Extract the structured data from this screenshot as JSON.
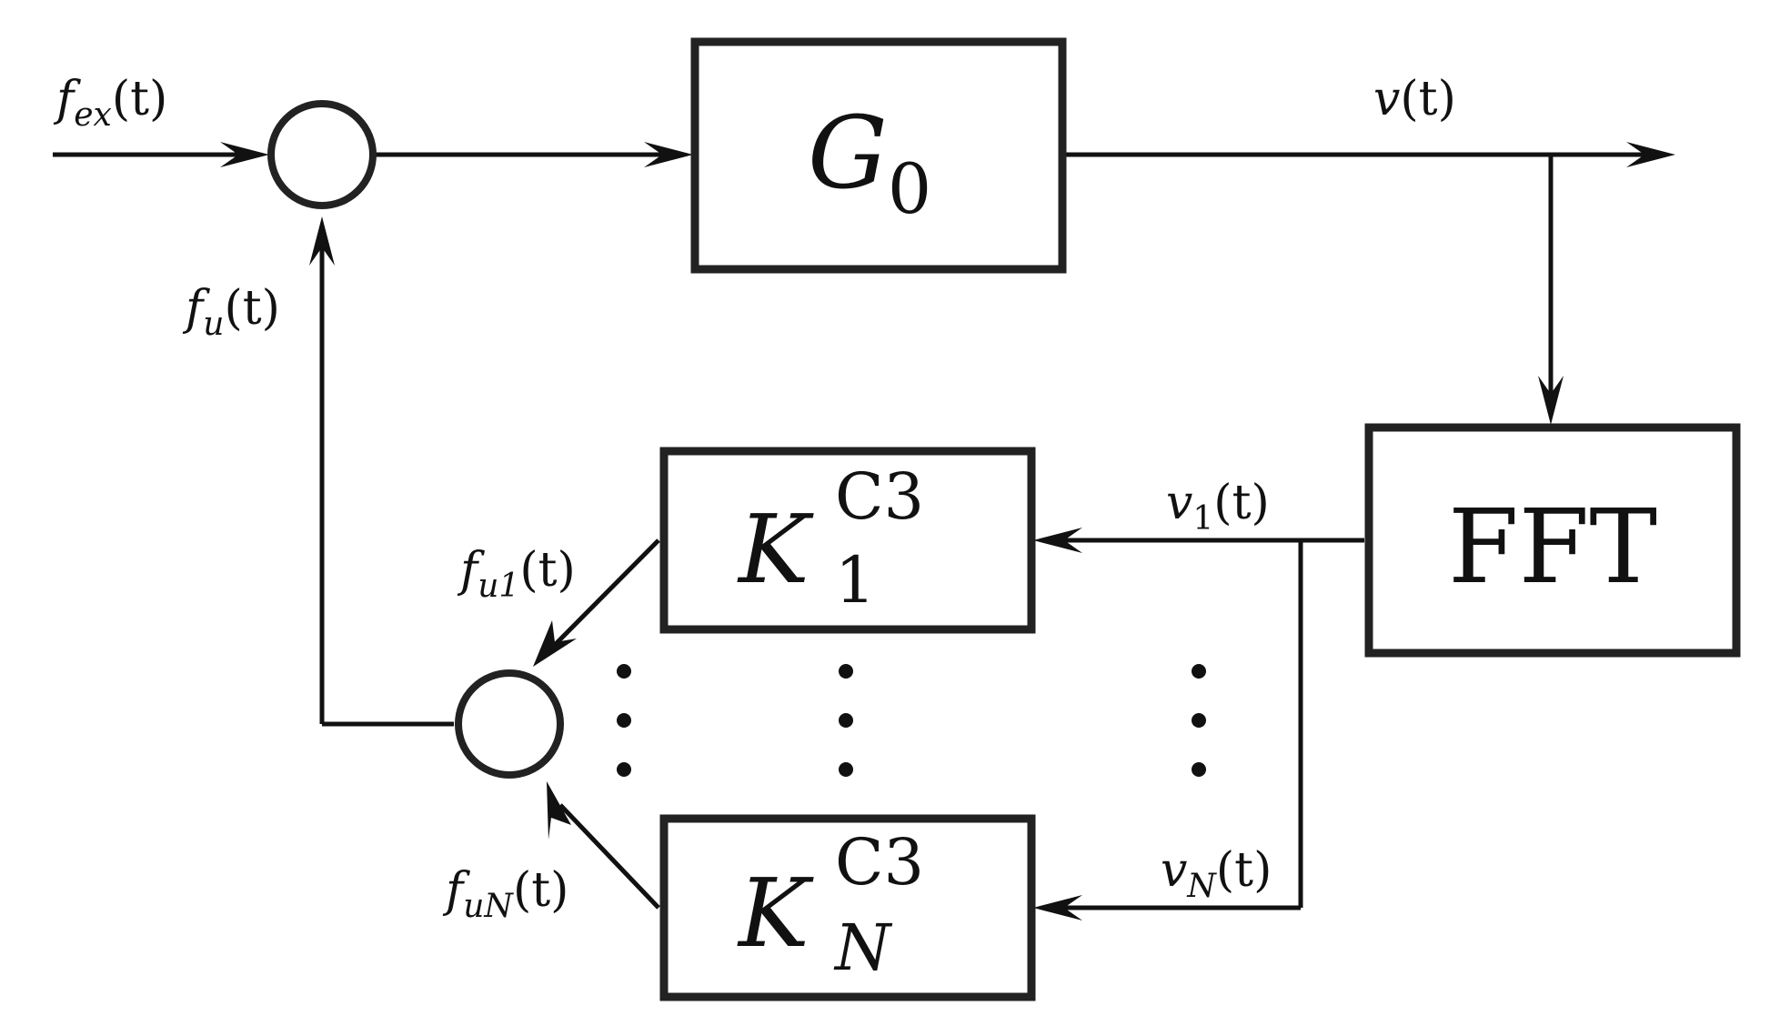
{
  "signals": {
    "f_ex": {
      "base": "f",
      "sub": "ex",
      "arg": "(t)"
    },
    "v": {
      "base": "v",
      "arg": "(t)"
    },
    "f_u": {
      "base": "f",
      "sub": "u",
      "arg": "(t)"
    },
    "v1": {
      "base": "v",
      "sub": "1",
      "arg": "(t)"
    },
    "vN": {
      "base": "v",
      "sub": "N",
      "arg": "(t)"
    },
    "f_u1": {
      "base": "f",
      "sub": "u1",
      "arg": "(t)"
    },
    "f_uN": {
      "base": "f",
      "sub": "uN",
      "arg": "(t)"
    }
  },
  "blocks": {
    "g0": {
      "base": "G",
      "sub": "0"
    },
    "fft": {
      "label": "FFT"
    },
    "k1": {
      "base": "K",
      "sup": "C3",
      "sub": "1"
    },
    "kN": {
      "base": "K",
      "sup": "C3",
      "sub": "N"
    }
  },
  "colors": {
    "line": "#111111",
    "box_border": "#222222",
    "background": "#ffffff"
  }
}
